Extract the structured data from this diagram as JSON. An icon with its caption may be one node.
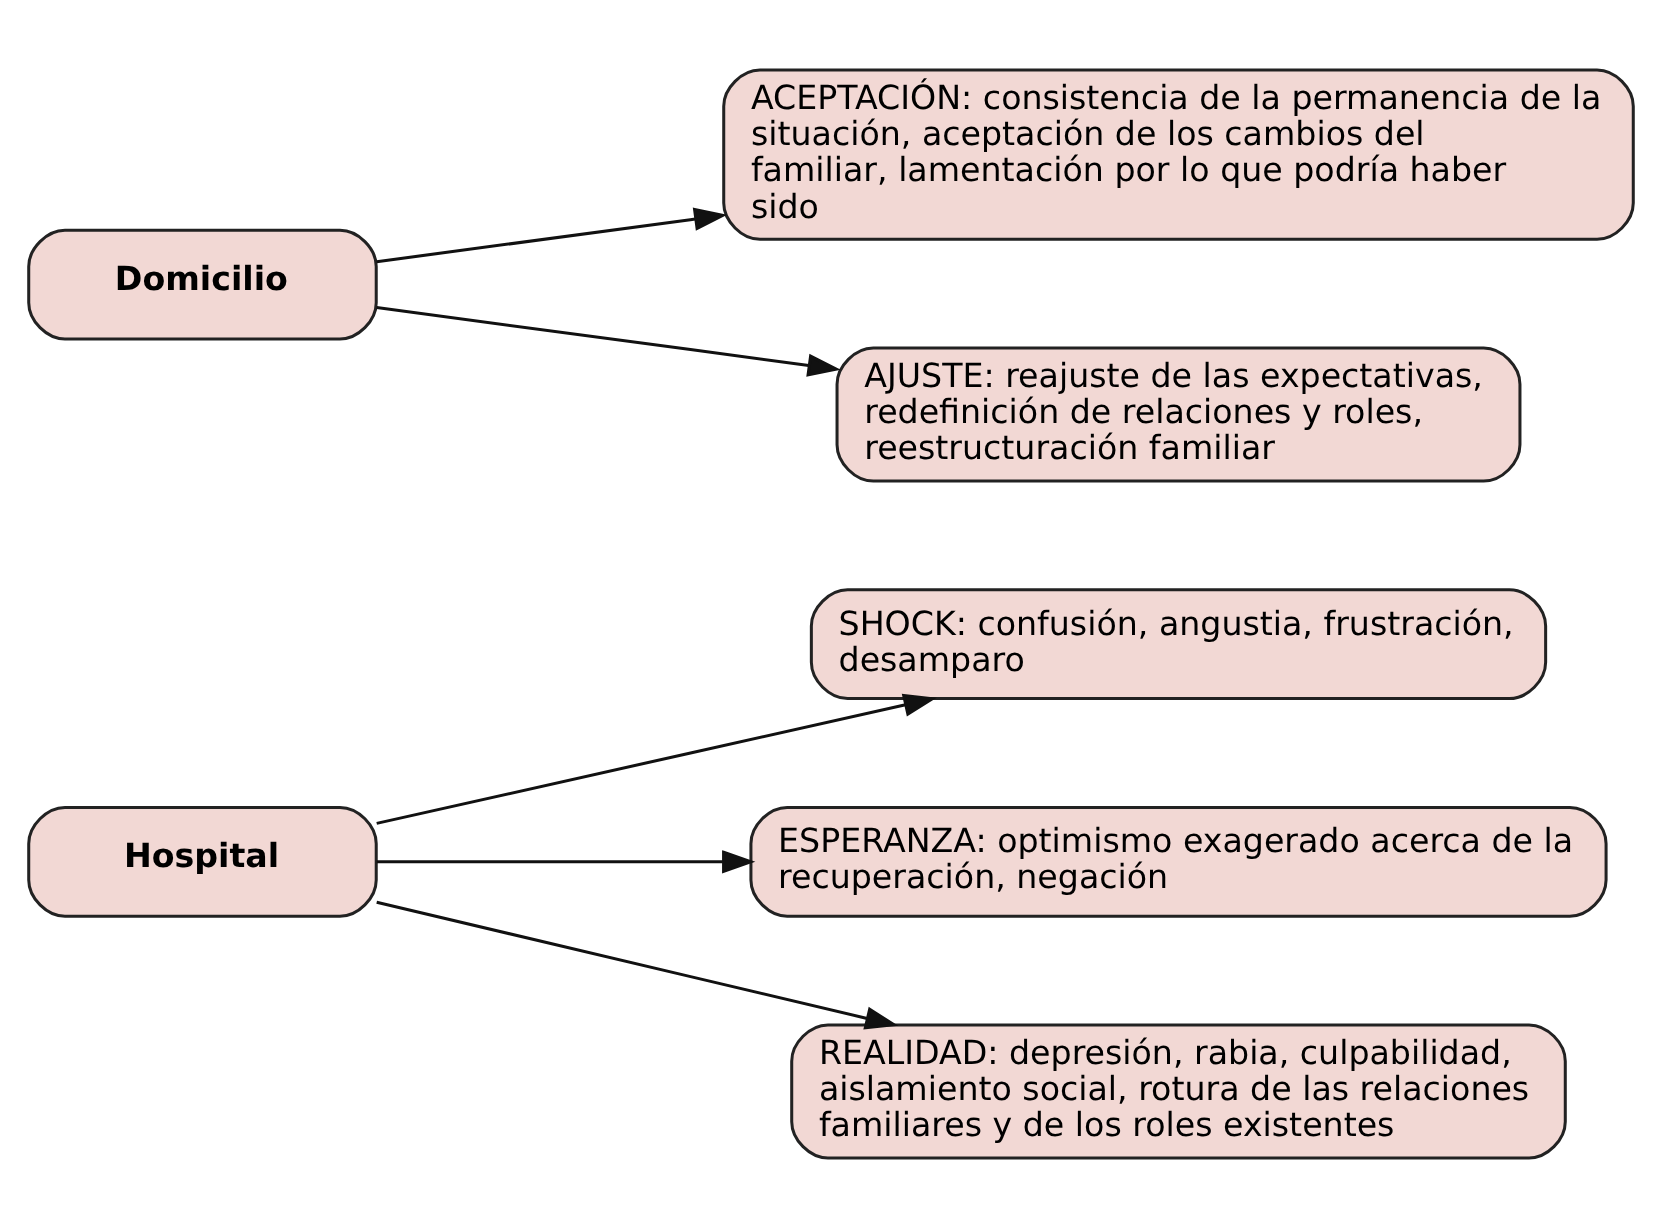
{
  "diagram": {
    "nodes": [
      {
        "text": [
          "Hospital"
        ]
      },
      {
        "text": [
          "SHOCK: confusión, angustia, frustración, desamparo"
        ]
      },
      {
        "text": [
          "ESPERANZA: optimismo exagerado acerca de la recuperación, negación"
        ]
      },
      {
        "text": [
          "REALIDAD: depresión, rabia, culpabilidad, aislamiento social, rotura de las relaciones familiares y de los roles existentes"
        ]
      },
      {
        "text": [
          "Domicilio"
        ]
      },
      {
        "text": [
          "ACEPTACIÓN: consistencia de la permanencia de la situación, aceptación de los cambios del familiar, lamentación por lo que podría haber sido"
        ]
      },
      {
        "text": [
          "AJUSTE: reajuste de las expectativas, redefinición de relaciones y roles, reestructuración familiar"
        ]
      }
    ],
    "edges": [
      {
        "from": 0,
        "to": 1,
        "arrow": "to"
      },
      {
        "from": 0,
        "to": 2,
        "arrow": "to"
      },
      {
        "from": 0,
        "to": 3,
        "arrow": "to"
      },
      {
        "from": 4,
        "to": 5,
        "arrow": "to"
      },
      {
        "from": 4,
        "to": 6,
        "arrow": "to"
      }
    ]
  }
}
